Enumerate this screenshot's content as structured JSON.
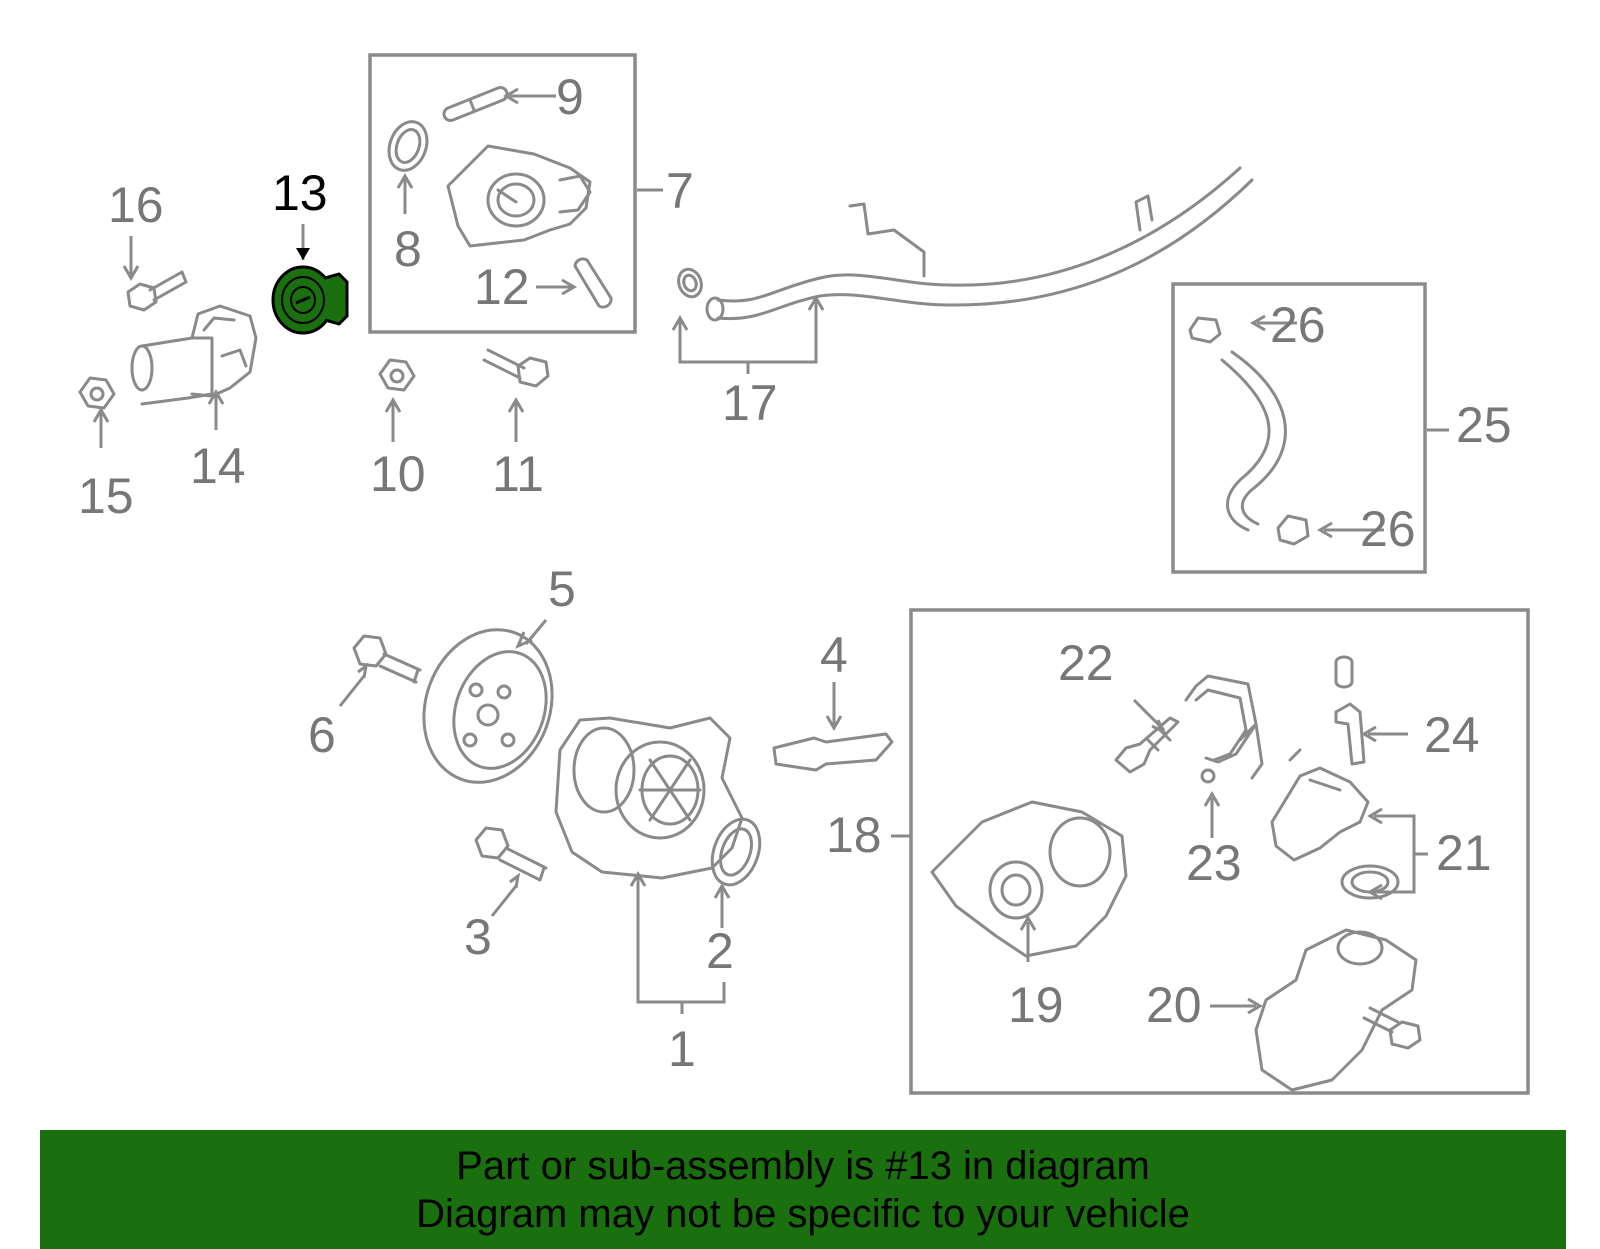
{
  "highlight_color": "#1a700f",
  "highlighted_part": "13",
  "labels": {
    "l1": "1",
    "l2": "2",
    "l3": "3",
    "l4": "4",
    "l5": "5",
    "l6": "6",
    "l7": "7",
    "l8": "8",
    "l9": "9",
    "l10": "10",
    "l11": "11",
    "l12": "12",
    "l13": "13",
    "l14": "14",
    "l15": "15",
    "l16": "16",
    "l17": "17",
    "l18": "18",
    "l19": "19",
    "l20": "20",
    "l21": "21",
    "l22": "22",
    "l23": "23",
    "l24": "24",
    "l25": "25",
    "l26a": "26",
    "l26b": "26"
  },
  "banner": {
    "line1": "Part or sub-assembly is #13 in diagram",
    "line2": "Diagram may not be specific to your vehicle"
  }
}
